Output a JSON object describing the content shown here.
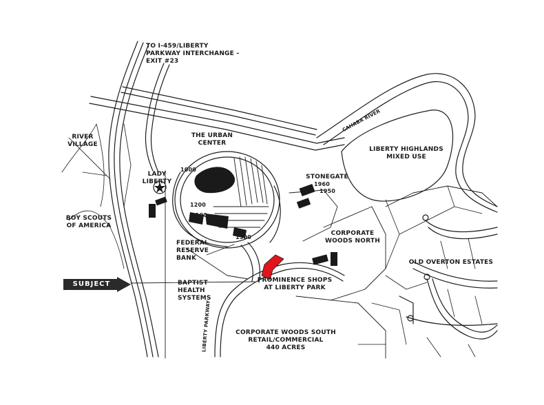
{
  "colors": {
    "ink": "#1a1a1a",
    "subject_site": "#e0161c",
    "subject_arrow": "#2a2a2a",
    "background": "#ffffff"
  },
  "labels": {
    "interchange": "TO I-459/LIBERTY\nPARKWAY INTERCHANGE -\nEXIT #23",
    "urban_center": "THE URBAN\nCENTER",
    "river_village": "RIVER\nVILLAGE",
    "lady_liberty": "LADY\nLIBERTY",
    "boy_scouts": "BOY SCOUTS\nOF AMERICA",
    "federal_reserve": "FEDERAL\nRESERVE\nBANK",
    "baptist_health": "BAPTIST\nHEALTH\nSYSTEMS",
    "prominence_shops": "PROMINENCE SHOPS\nAT LIBERTY PARK",
    "corporate_woods_north": "CORPORATE\nWOODS NORTH",
    "stonegate": "STONEGATE",
    "cahaba_river": "CAHABA RIVER",
    "liberty_highlands": "LIBERTY HIGHLANDS\nMIXED USE",
    "old_overton": "OLD OVERTON ESTATES",
    "corporate_woods_south": "CORPORATE WOODS SOUTH\nRETAIL/COMMERCIAL\n440 ACRES",
    "liberty_parkway": "LIBERTY PARKWAY",
    "subject": "SUBJECT",
    "lot_1000": "1000",
    "lot_1200": "1200",
    "lot_1100": "1100",
    "lot_1500": "1500",
    "lot_1960": "1960",
    "lot_1950": "1950"
  }
}
